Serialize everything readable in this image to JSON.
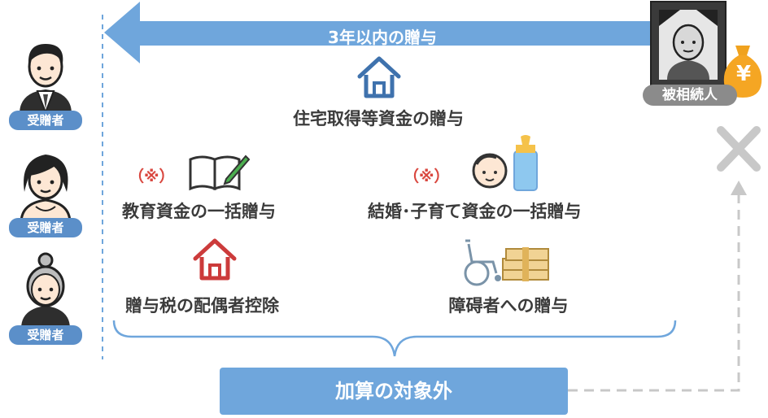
{
  "arrow_label": "3年以内の贈与",
  "deceased_label": "被相続人",
  "yen_symbol": "¥",
  "recipients": [
    "受贈者",
    "受贈者",
    "受贈者"
  ],
  "items": {
    "housing": "住宅取得等資金の贈与",
    "education": "教育資金の一括贈与",
    "marriage": "結婚･子育て資金の一括贈与",
    "spousal": "贈与税の配偶者控除",
    "disability": "障碍者への贈与"
  },
  "note_mark": "（※）",
  "result_label": "加算の対象外",
  "colors": {
    "arrow": "#6fa6dc",
    "badge": "#5b8fc9",
    "house_blue": "#3f72ad",
    "house_red": "#cc3b3b",
    "note_red": "#d9473f",
    "cross_gray": "#c8c8c8"
  }
}
